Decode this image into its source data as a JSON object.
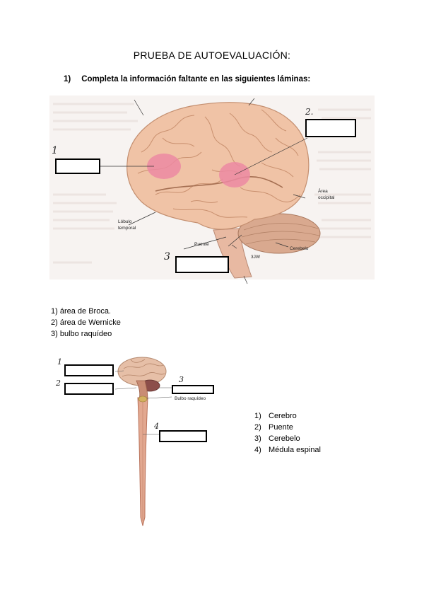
{
  "title": "PRUEBA DE AUTOEVALUACIÓN:",
  "instruction": {
    "number": "1)",
    "text": "Completa la información faltante en las siguientes láminas:"
  },
  "figure1": {
    "labels": {
      "occipital_line1": "Área",
      "occipital_line2": "occipital",
      "temporal_line1": "Lóbulo",
      "temporal_line2": "temporal",
      "pons": "Puente",
      "cerebellum": "Cerebelo",
      "signature": "3JW"
    },
    "handwritten": [
      "1",
      "2.",
      "3"
    ]
  },
  "answers1": [
    "1) área de Broca.",
    "2) área de Wernicke",
    "3) bulbo raquídeo"
  ],
  "figure2": {
    "labels": {
      "medulla": "Bulbo raquídeo"
    },
    "handwritten": [
      "1",
      "2",
      "3",
      "4"
    ]
  },
  "answers2": [
    {
      "num": "1)",
      "text": "Cerebro"
    },
    {
      "num": "2)",
      "text": "Puente"
    },
    {
      "num": "3)",
      "text": "Cerebelo"
    },
    {
      "num": "4)",
      "text": "Médula espinal"
    }
  ]
}
